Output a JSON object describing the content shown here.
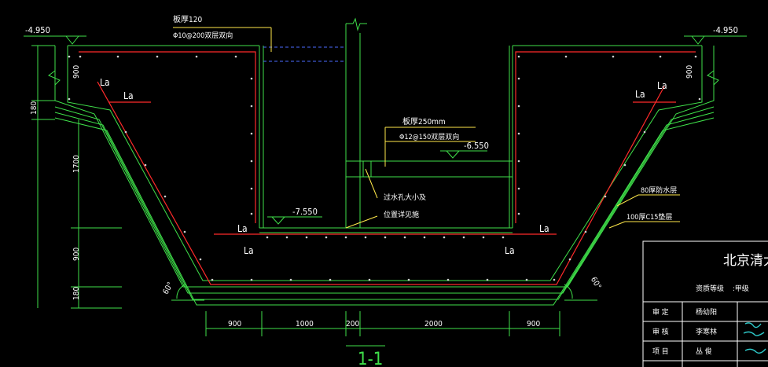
{
  "elevations": {
    "top_left": "-4.950",
    "top_right": "-4.950",
    "mid": "-6.550",
    "bottom": "-7.550"
  },
  "notes": {
    "top_slab_thickness": "板厚120",
    "top_slab_rebar": "Φ10@200双层双向",
    "mid_slab_thickness": "板厚250mm",
    "mid_slab_rebar": "Φ12@150双层双向",
    "bar_note_1": "过水孔大小及",
    "bar_note_2": "位置详见施",
    "waterproof": "80厚防水层",
    "cushion": "100厚C15垫层"
  },
  "anchor_label": "La",
  "angle_label": "60°",
  "left_dims": [
    "900",
    "180",
    "1700",
    "900",
    "180"
  ],
  "bottom_dims": [
    "900",
    "1000",
    "200",
    "2000",
    "900"
  ],
  "section_label": "1-1",
  "title_block": {
    "company": "北京清大",
    "grade_label": "资质等级",
    "grade_value": ":甲级",
    "rows": [
      {
        "role": "审   定",
        "name": "杨幼阳"
      },
      {
        "role": "审   核",
        "name": "李寒林"
      },
      {
        "role": "项   目",
        "name": "丛   俊"
      }
    ]
  },
  "colors": {
    "background": "#000000",
    "outline": "#3fe04a",
    "rebar": "#ff2a2a",
    "dimension": "#3fe04a",
    "text": "#ffffff",
    "leader": "#ffe94a",
    "hidden": "#4d6bff"
  }
}
